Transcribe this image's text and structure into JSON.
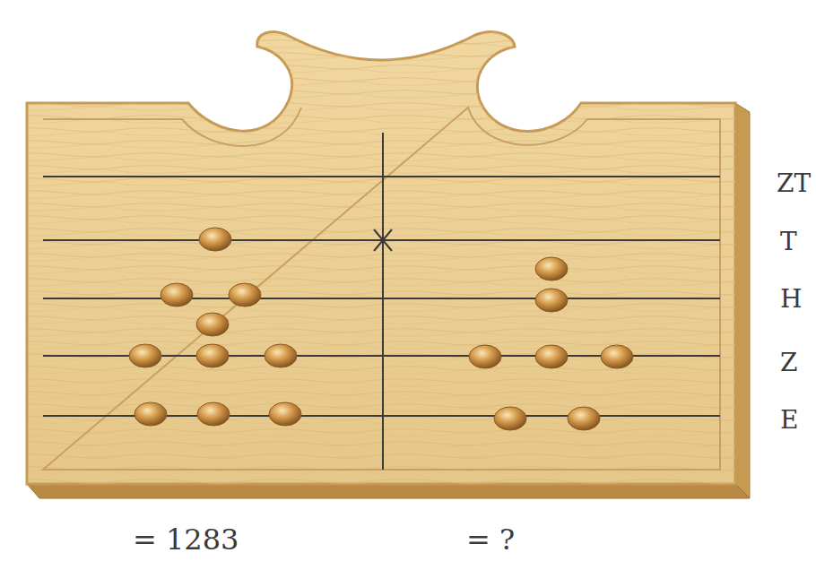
{
  "diagram": {
    "labels": [
      "ZT",
      "T",
      "H",
      "Z",
      "E",
      "= 1283",
      "= ?"
    ]
  }
}
